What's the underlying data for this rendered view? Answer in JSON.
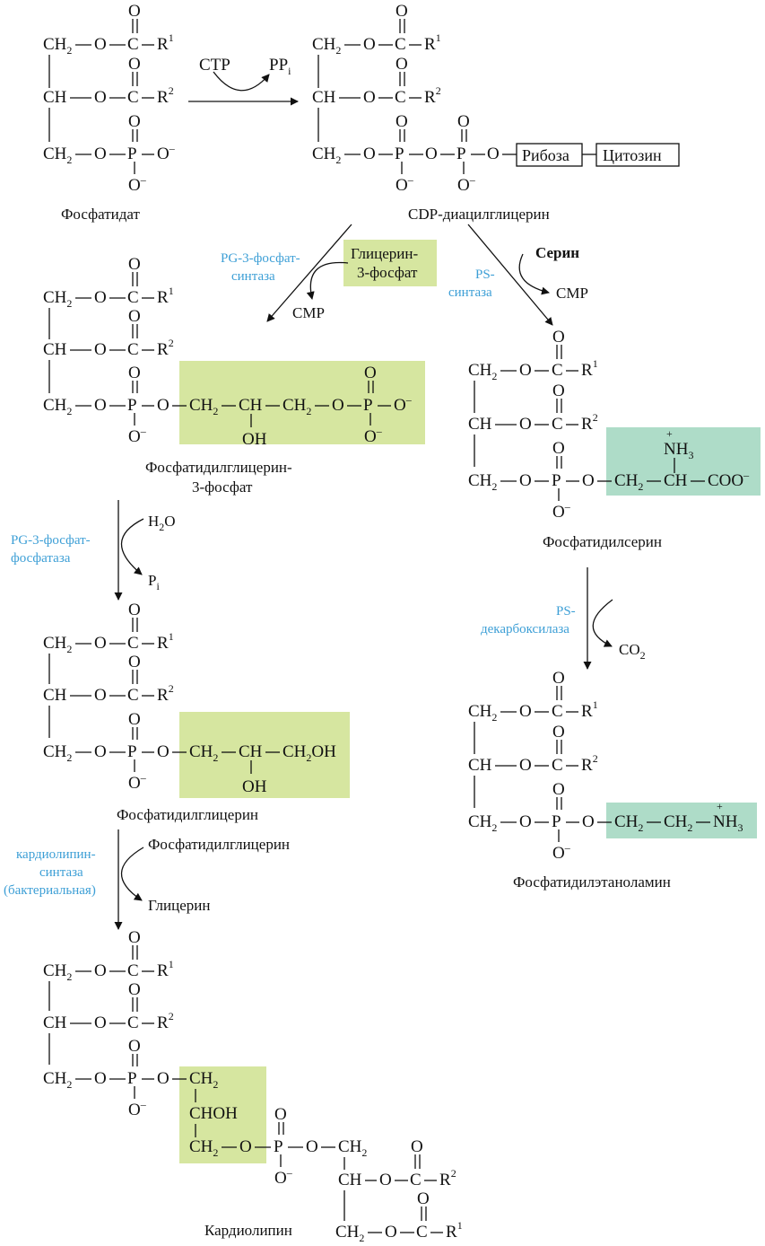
{
  "compounds": {
    "phosphatidate": "Фосфатидат",
    "cdp_dag": "CDP-диацилглицерин",
    "pg3p_line1": "Фосфатидилглицерин-",
    "pg3p_line2": "3-фосфат",
    "ps": "Фосфатидилсерин",
    "pg": "Фосфатидилглицерин",
    "pe": "Фосфатидилэтаноламин",
    "cardiolipin": "Кардиолипин"
  },
  "cofactors": {
    "ctp": "CTP",
    "ppi": "PP",
    "ppi_sub": "i",
    "glycerol3p_line1": "Глицерин-",
    "glycerol3p_line2": "3-фосфат",
    "cmp_left": "CMP",
    "serine": "Серин",
    "cmp_right": "CMP",
    "h2o": "H",
    "h2o_sub": "2",
    "h2o_end": "O",
    "pi": "P",
    "pi_sub": "i",
    "co2": "CO",
    "co2_sub": "2",
    "pg_donor": "Фосфатидилглицерин",
    "glycerol": "Глицерин"
  },
  "enzymes": {
    "pgp_synthase_1": "PG-3-фосфат-",
    "pgp_synthase_2": "синтаза",
    "ps_synthase_1": "PS-",
    "ps_synthase_2": "синтаза",
    "pgp_phosphatase_1": "PG-3-фосфат-",
    "pgp_phosphatase_2": "фосфатаза",
    "ps_decarboxylase_1": "PS-",
    "ps_decarboxylase_2": "декарбоксилаза",
    "cl_synthase_1": "кардиолипин-",
    "cl_synthase_2": "синтаза",
    "cl_synthase_3": "(бактериальная)"
  },
  "boxes": {
    "ribose": "Рибоза",
    "cytosine": "Цитозин"
  },
  "atoms": {
    "ch2": "CH",
    "ch2_sub": "2",
    "ch": "CH",
    "o": "O",
    "c": "C",
    "p": "P",
    "r": "R",
    "r1": "1",
    "r2": "2",
    "minus": "–",
    "oh": "OH",
    "choh": "CHOH",
    "ch2oh_end": "OH",
    "nh3": "NH",
    "nh3_sub": "3",
    "plus": "+",
    "coo": "COO",
    "dash": "—"
  },
  "colors": {
    "highlight_green": "#d6e6a0",
    "highlight_teal": "#aedcc8",
    "enzyme_blue": "#3d9fd6"
  }
}
